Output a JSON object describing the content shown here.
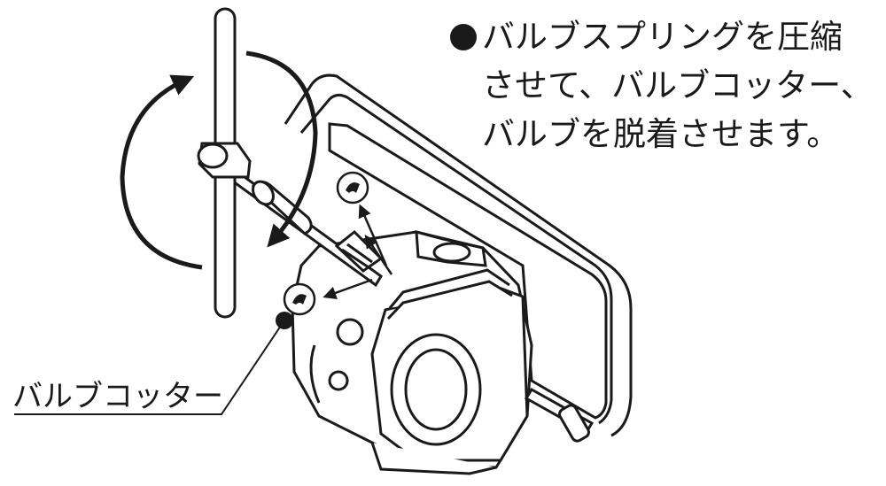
{
  "instruction": {
    "lines": [
      "バルブスプリングを圧縮",
      "させて、バルブコッター、",
      "バルブを脱着させます。"
    ]
  },
  "callout": {
    "label": "バルブコッター"
  },
  "colors": {
    "line": "#1a1a1a",
    "background": "#ffffff"
  }
}
